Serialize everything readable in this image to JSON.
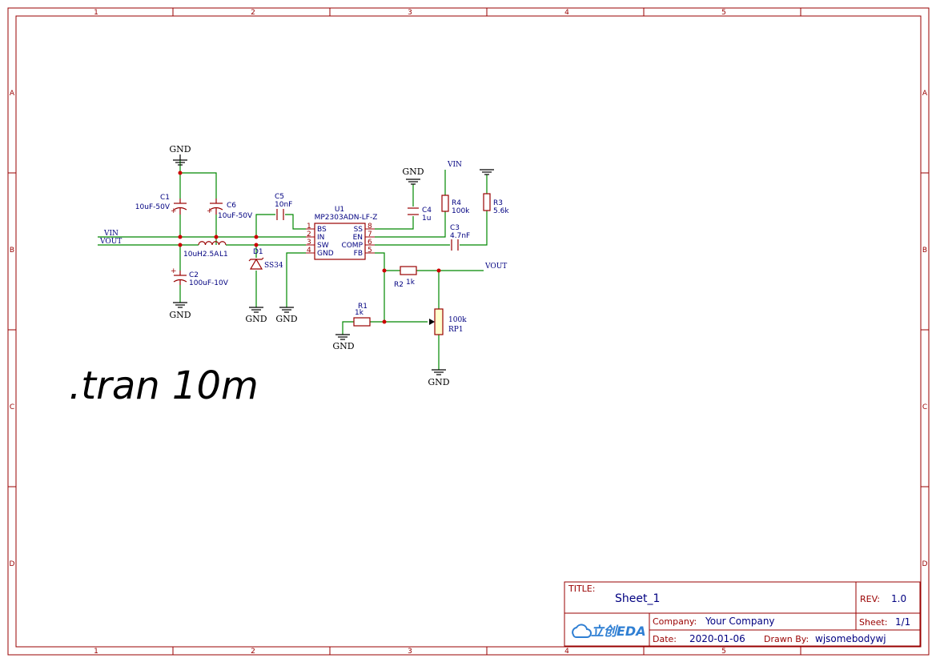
{
  "frame": {
    "columns": [
      "1",
      "2",
      "3",
      "4",
      "5"
    ],
    "rows": [
      "A",
      "B",
      "C",
      "D"
    ]
  },
  "directive": ".tran 10m",
  "components": {
    "c1": {
      "ref": "C1",
      "value": "10uF-50V"
    },
    "c6": {
      "ref": "C6",
      "value": "10uF-50V"
    },
    "c2": {
      "ref": "C2",
      "value": "100uF-10V"
    },
    "c5": {
      "ref": "C5",
      "value": "10nF"
    },
    "c4": {
      "ref": "C4",
      "value": "1u"
    },
    "c3": {
      "ref": "C3",
      "value": "4.7nF"
    },
    "l1": {
      "ref": "L1",
      "value": "10uH2.5A"
    },
    "d1": {
      "ref": "D1",
      "value": "SS34"
    },
    "u1": {
      "ref": "U1",
      "value": "MP2303ADN-LF-Z"
    },
    "r4": {
      "ref": "R4",
      "value": "100k"
    },
    "r3": {
      "ref": "R3",
      "value": "5.6k"
    },
    "r2": {
      "ref": "R2",
      "value": "1k"
    },
    "r1": {
      "ref": "R1",
      "value": "1k"
    },
    "rp1": {
      "ref": "RP1",
      "value": "100k"
    }
  },
  "u1_pins": {
    "left": [
      {
        "num": "1",
        "name": "BS"
      },
      {
        "num": "2",
        "name": "IN"
      },
      {
        "num": "3",
        "name": "SW"
      },
      {
        "num": "4",
        "name": "GND"
      }
    ],
    "right": [
      {
        "num": "8",
        "name": "SS"
      },
      {
        "num": "7",
        "name": "EN"
      },
      {
        "num": "6",
        "name": "COMP"
      },
      {
        "num": "5",
        "name": "FB"
      }
    ]
  },
  "nets": {
    "vin": "VIN",
    "vout": "VOUT",
    "gnd": "GND"
  },
  "title_block": {
    "title_key": "TITLE:",
    "title": "Sheet_1",
    "rev_key": "REV:",
    "rev": "1.0",
    "logo": "立创EDA",
    "company_key": "Company:",
    "company": "Your Company",
    "sheet_key": "Sheet:",
    "sheet": "1/1",
    "date_key": "Date:",
    "date": "2020-01-06",
    "drawn_key": "Drawn By:",
    "drawn": "wjsomebodywj"
  }
}
